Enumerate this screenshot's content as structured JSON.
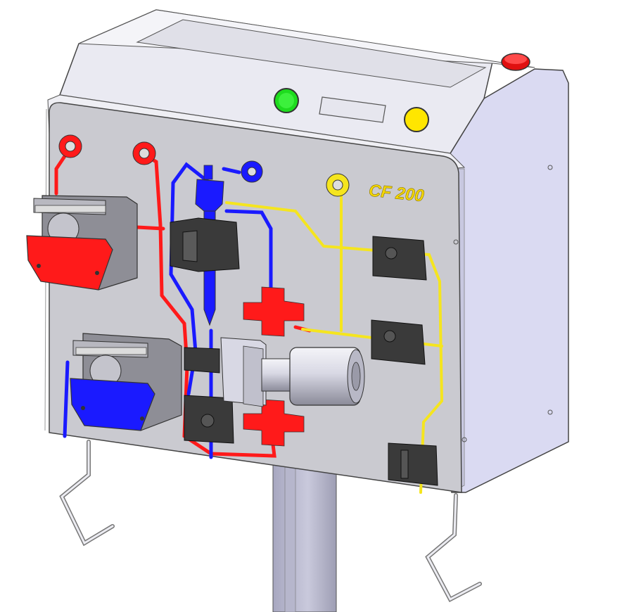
{
  "device": {
    "model_label": "CF 200"
  },
  "colors": {
    "panel": "#c9c9cf",
    "body": "#d9d9f0",
    "red": "#ff1a1a",
    "blue": "#1a1aff",
    "yellow": "#f5e51e",
    "green_lamp": "#1edc1e",
    "yellow_lamp": "#ffe600",
    "red_lamp": "#e01010",
    "dark_part": "#3a3a3a"
  },
  "components": {
    "indicators": [
      "power-lamp-green",
      "display-window",
      "status-lamp-yellow",
      "alarm-lamp-red"
    ],
    "pumps": [
      "red-roller-pump",
      "blue-roller-pump"
    ],
    "connectors": [
      "red-port-1",
      "red-port-2",
      "blue-port",
      "yellow-port"
    ],
    "clamps": [
      "clamp-upper-right",
      "clamp-middle-right",
      "clamp-lower-right",
      "clamp-center-top",
      "clamp-center-bottom",
      "clamp-lower-left"
    ],
    "hanger_hooks": [
      "left-hook",
      "right-hook"
    ]
  }
}
